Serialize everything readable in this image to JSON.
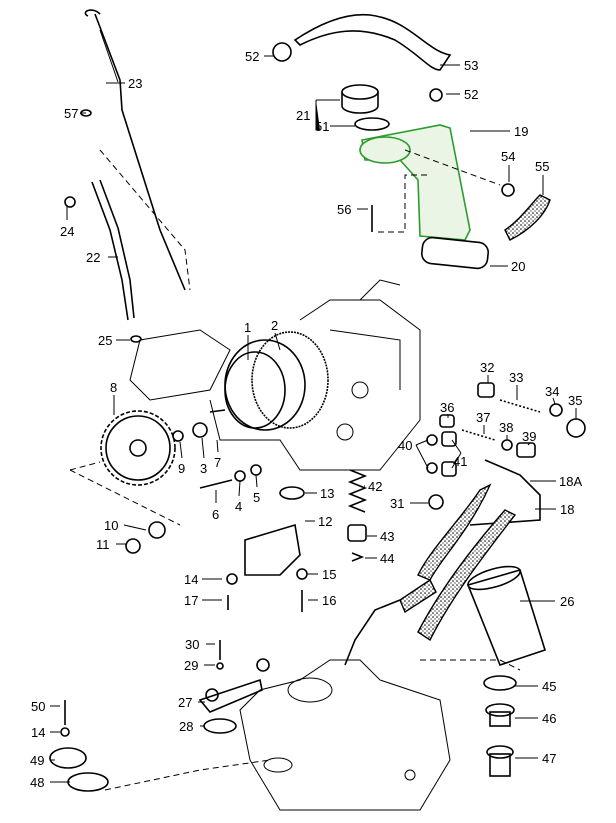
{
  "highlight_color": "#2e9b2e",
  "highlight_fill": "#eaf5e6",
  "callouts": [
    "23",
    "57",
    "24",
    "22",
    "25",
    "52",
    "53",
    "21",
    "51",
    "52",
    "19",
    "54",
    "55",
    "56",
    "20",
    "1",
    "2",
    "8",
    "9",
    "3",
    "7",
    "6",
    "4",
    "5",
    "13",
    "12",
    "42",
    "43",
    "44",
    "31",
    "32",
    "33",
    "34",
    "35",
    "36",
    "37",
    "38",
    "39",
    "40",
    "41",
    "18A",
    "18",
    "10",
    "11",
    "14",
    "17",
    "15",
    "16",
    "26",
    "30",
    "29",
    "27",
    "28",
    "45",
    "46",
    "47",
    "50",
    "14",
    "49",
    "48"
  ]
}
